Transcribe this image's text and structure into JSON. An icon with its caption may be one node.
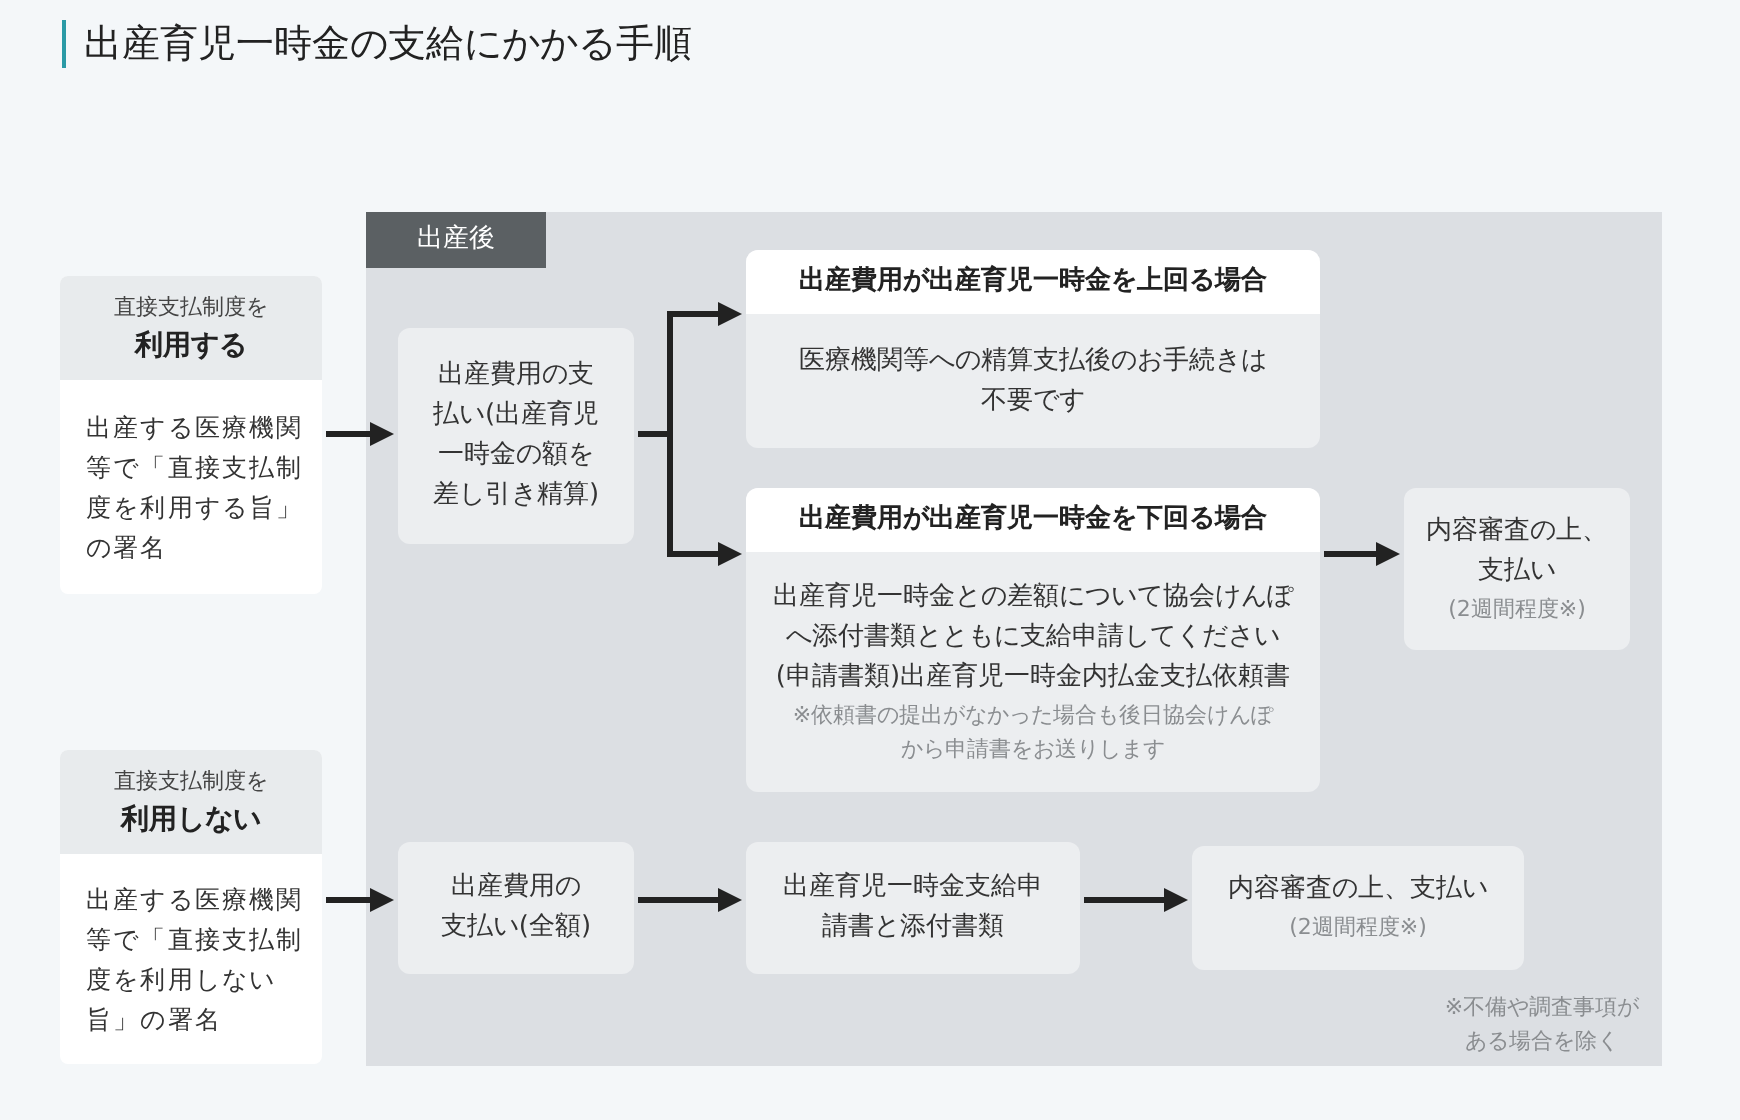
{
  "diagram": {
    "title": "出産育児一時金の支給にかかる手順",
    "nodes": [
      {
        "text": [
          "出産後"
        ]
      },
      {
        "text": [
          "直接支払制度を",
          "利用する",
          "出産する医療機関等で「直接支払制度を利用する旨」の署名"
        ]
      },
      {
        "text": [
          "出産費用の支払い(出産育児一時金の額を差し引き精算)"
        ],
        "in": 0
      },
      {
        "text": [
          "出産費用が出産育児一時金を上回る場合",
          "医療機関等への精算支払後のお手続きは不要です"
        ],
        "in": 0
      },
      {
        "text": [
          "出産費用が出産育児一時金を下回る場合",
          "出産育児一時金との差額について協会けんぽへ添付書類とともに支給申請してください",
          "(申請書類)出産育児一時金内払金支払依頼書",
          "※依頼書の提出がなかった場合も後日協会けんぽから申請書をお送りします"
        ],
        "in": 0
      },
      {
        "text": [
          "内容審査の上、支払い",
          "(2週間程度※)"
        ],
        "in": 0
      },
      {
        "text": [
          "直接支払制度を",
          "利用しない",
          "出産する医療機関等で「直接支払制度を利用しない旨」の署名"
        ]
      },
      {
        "text": [
          "出産費用の支払い(全額)"
        ],
        "in": 0
      },
      {
        "text": [
          "出産育児一時金支給申請書と添付書類"
        ],
        "in": 0
      },
      {
        "text": [
          "内容審査の上、支払い",
          "(2週間程度※)"
        ],
        "in": 0
      }
    ],
    "edges": [
      {
        "from": 1,
        "to": 2,
        "arrow": "to"
      },
      {
        "from": 2,
        "to": 3,
        "arrow": "to"
      },
      {
        "from": 2,
        "to": 4,
        "arrow": "to"
      },
      {
        "from": 4,
        "to": 5,
        "arrow": "to"
      },
      {
        "from": 6,
        "to": 7,
        "arrow": "to"
      },
      {
        "from": 7,
        "to": 8,
        "arrow": "to"
      },
      {
        "from": 8,
        "to": 9,
        "arrow": "to"
      }
    ],
    "labels": [
      "※不備や調査事項がある場合を除く"
    ]
  }
}
